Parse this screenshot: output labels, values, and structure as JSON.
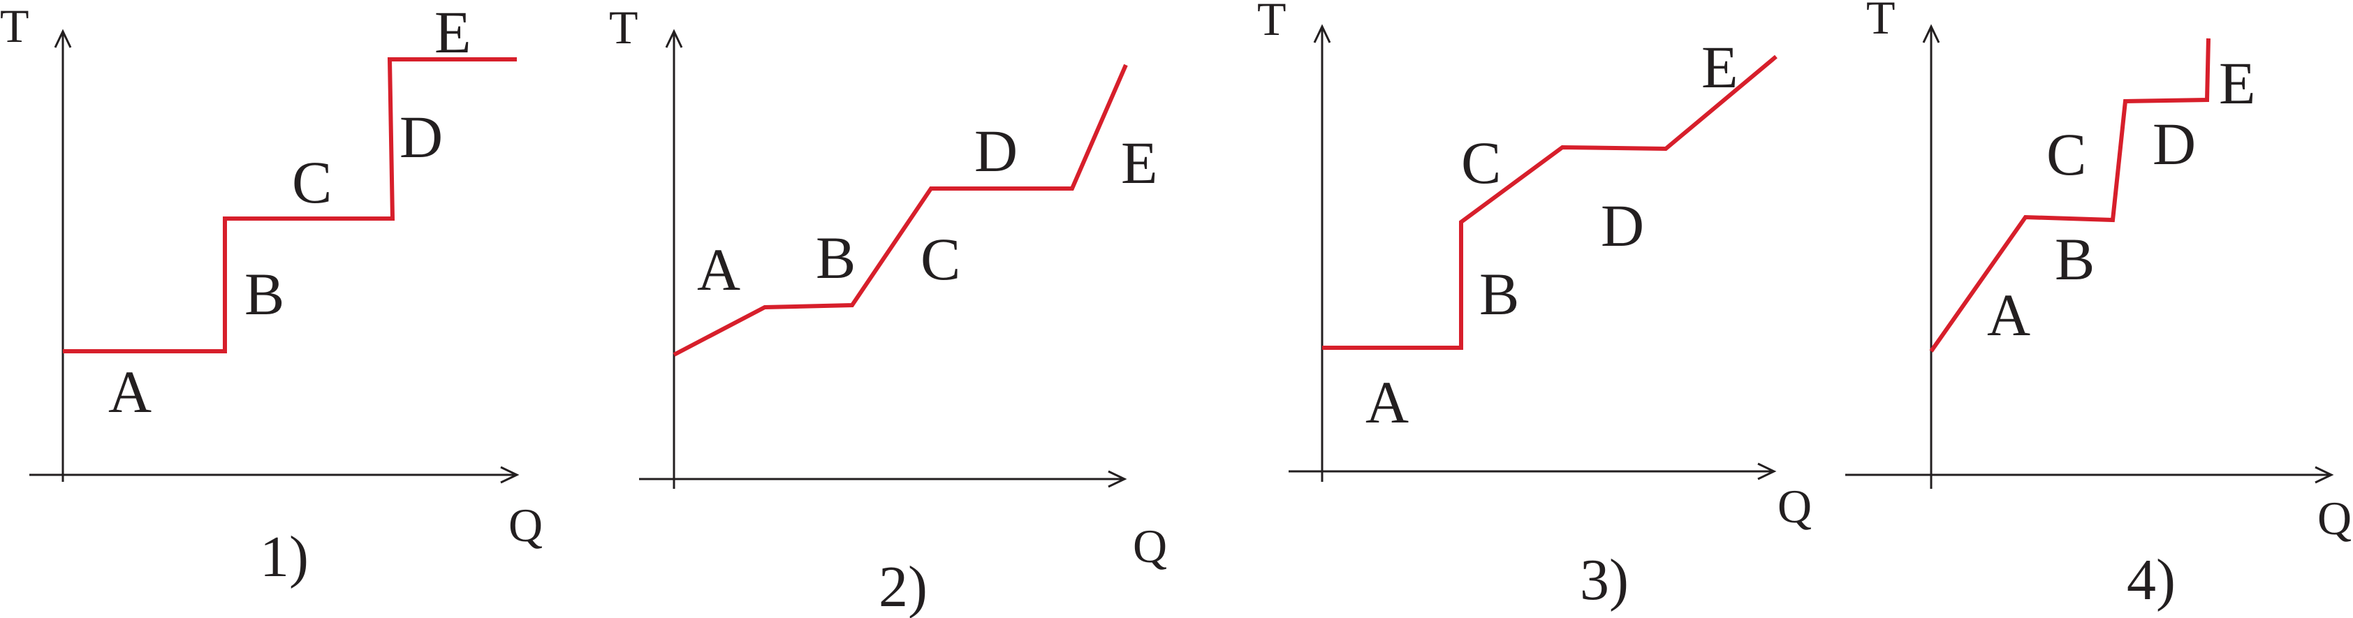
{
  "line_color": "#d71f2b",
  "axis_color": "#231f20",
  "diagrams": [
    {
      "number": "1)",
      "y_label": "T",
      "x_label": "Q",
      "segments": [
        "A",
        "B",
        "C",
        "D",
        "E"
      ]
    },
    {
      "number": "2)",
      "y_label": "T",
      "x_label": "Q",
      "segments": [
        "A",
        "B",
        "C",
        "D",
        "E"
      ]
    },
    {
      "number": "3)",
      "y_label": "T",
      "x_label": "Q",
      "segments": [
        "A",
        "B",
        "C",
        "D",
        "E"
      ]
    },
    {
      "number": "4)",
      "y_label": "T",
      "x_label": "Q",
      "segments": [
        "A",
        "B",
        "C",
        "D",
        "E"
      ]
    }
  ]
}
